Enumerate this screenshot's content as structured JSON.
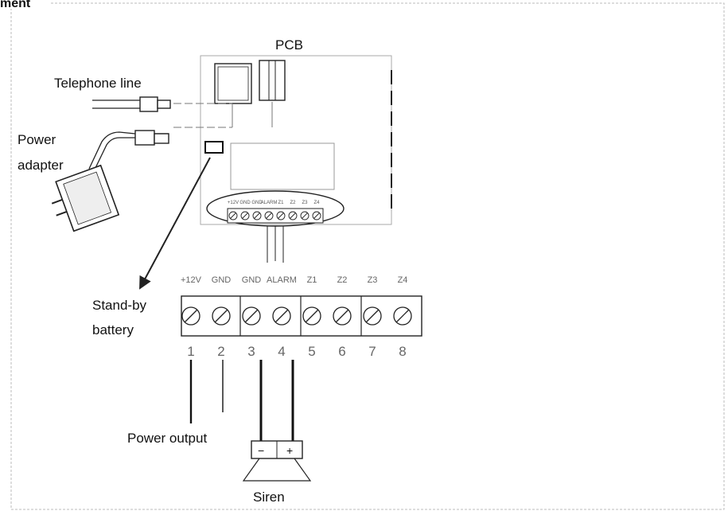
{
  "heading_fragment": "ment",
  "labels": {
    "pcb": "PCB",
    "telephone_line": "Telephone line",
    "power_adapter_line1": "Power",
    "power_adapter_line2": "adapter",
    "standby_battery_line1": "Stand-by",
    "standby_battery_line2": "battery",
    "power_output": "Power output",
    "siren": "Siren"
  },
  "terminal_labels": [
    "+12V",
    "GND",
    "GND",
    "ALARM",
    "Z1",
    "Z2",
    "Z3",
    "Z4"
  ],
  "terminal_numbers": [
    "1",
    "2",
    "3",
    "4",
    "5",
    "6",
    "7",
    "8"
  ],
  "siren_polarity": {
    "negative": "−",
    "positive": "+"
  },
  "colors": {
    "line": "#222222",
    "border": "#999999",
    "text": "#111111",
    "faint": "#666666"
  }
}
